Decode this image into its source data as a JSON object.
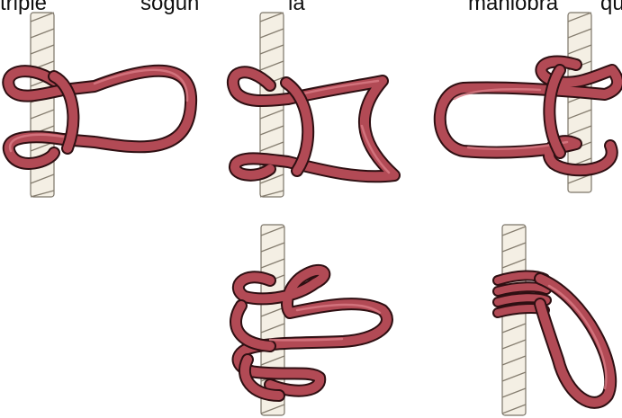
{
  "caption": {
    "words": [
      "triple",
      "sogun",
      "la",
      "maniobra",
      "que"
    ]
  },
  "colors": {
    "cord": "#b24a55",
    "cord_outline": "#2e0f12",
    "cord_highlight": "#d97c86",
    "rope": "#f4efe4",
    "rope_twist": "#857d6f"
  },
  "steps": [
    {
      "id": 1,
      "shape": "open-loop-right"
    },
    {
      "id": 2,
      "shape": "forked-loop-right"
    },
    {
      "id": 3,
      "shape": "open-loop-left"
    },
    {
      "id": 4,
      "shape": "double-wrap-loop-right"
    },
    {
      "id": 5,
      "shape": "finished-hitch-hanging-loop"
    }
  ]
}
